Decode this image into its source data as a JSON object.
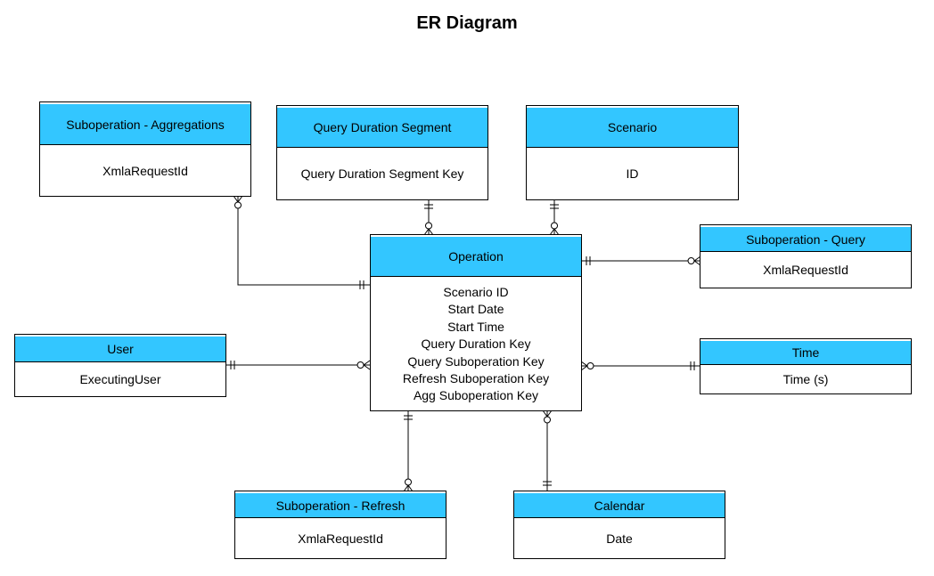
{
  "title": "ER Diagram",
  "entities": {
    "sub_aggregations": {
      "name": "Suboperation - Aggregations",
      "fields": [
        "XmlaRequestId"
      ]
    },
    "query_duration_segment": {
      "name": "Query Duration Segment",
      "fields": [
        "Query Duration Segment Key"
      ]
    },
    "scenario": {
      "name": "Scenario",
      "fields": [
        "ID"
      ]
    },
    "sub_query": {
      "name": "Suboperation - Query",
      "fields": [
        "XmlaRequestId"
      ]
    },
    "operation": {
      "name": "Operation",
      "fields": [
        "Scenario ID",
        "Start Date",
        "Start Time",
        "Query Duration Key",
        "Query Suboperation Key",
        "Refresh Suboperation Key",
        "Agg Suboperation Key"
      ]
    },
    "user": {
      "name": "User",
      "fields": [
        "ExecutingUser"
      ]
    },
    "time": {
      "name": "Time",
      "fields": [
        "Time (s)"
      ]
    },
    "sub_refresh": {
      "name": "Suboperation - Refresh",
      "fields": [
        "XmlaRequestId"
      ]
    },
    "calendar": {
      "name": "Calendar",
      "fields": [
        "Date"
      ]
    }
  },
  "relationships": [
    {
      "from": "Suboperation - Aggregations",
      "to": "Operation",
      "from_end": "zero-or-many",
      "to_end": "one-and-only-one"
    },
    {
      "from": "Query Duration Segment",
      "to": "Operation",
      "from_end": "one-and-only-one",
      "to_end": "zero-or-many"
    },
    {
      "from": "Scenario",
      "to": "Operation",
      "from_end": "one-and-only-one",
      "to_end": "zero-or-many"
    },
    {
      "from": "Operation",
      "to": "Suboperation - Query",
      "from_end": "one-and-only-one",
      "to_end": "zero-or-many"
    },
    {
      "from": "User",
      "to": "Operation",
      "from_end": "one-and-only-one",
      "to_end": "zero-or-many"
    },
    {
      "from": "Time",
      "to": "Operation",
      "from_end": "one-and-only-one",
      "to_end": "zero-or-many"
    },
    {
      "from": "Operation",
      "to": "Suboperation - Refresh",
      "from_end": "one-and-only-one",
      "to_end": "zero-or-many"
    },
    {
      "from": "Calendar",
      "to": "Operation",
      "from_end": "one-and-only-one",
      "to_end": "zero-or-many"
    }
  ],
  "colors": {
    "header_fill": "#33c6ff",
    "border": "#000000",
    "background": "#ffffff"
  }
}
